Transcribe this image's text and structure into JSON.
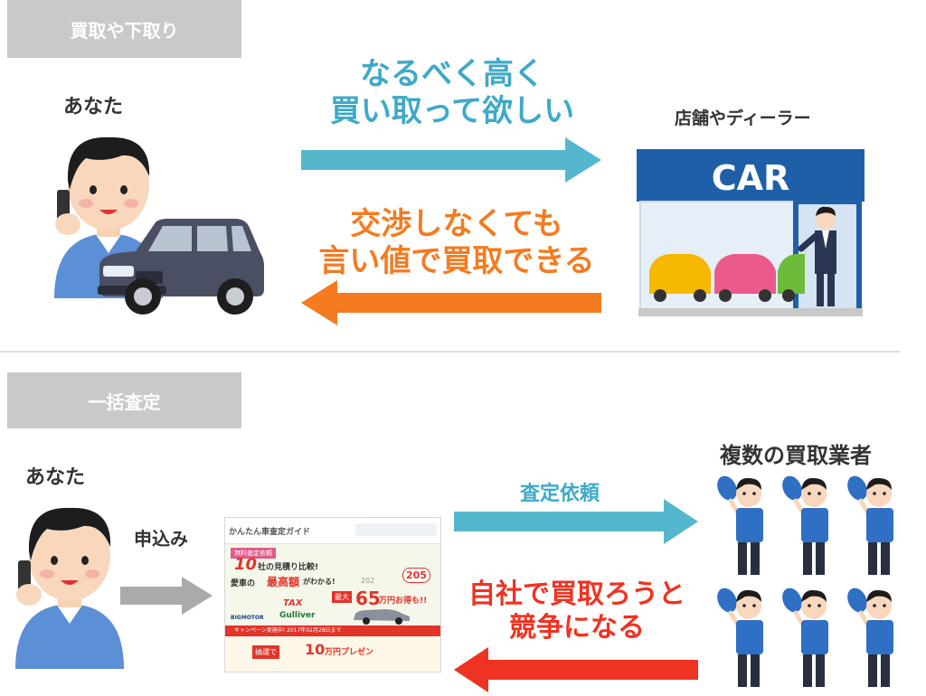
{
  "section1": {
    "tag": "買取や下取り",
    "you_label": "あなた",
    "dealer_label": "店舗やディーラー",
    "sign_text": "CAR",
    "message_top_line1": "なるべく高く",
    "message_top_line2": "買い取って欲しい",
    "message_bottom_line1": "交渉しなくても",
    "message_bottom_line2": "言い値で買取できる"
  },
  "section2": {
    "tag": "一括査定",
    "you_label": "あなた",
    "apply_label": "申込み",
    "request_label": "査定依頼",
    "buyers_label": "複数の買取業者",
    "message_line1": "自社で買取ろうと",
    "message_line2": "競争になる"
  },
  "website": {
    "site_name": "かんたん車査定ガイド",
    "free_tag": "無料査定依頼",
    "count": "10",
    "line1_pre": "社の見積り比較!",
    "line2_pre": "愛車の",
    "line2_highlight": "最高額",
    "line2_post": "がわかる!",
    "max_tag": "最大",
    "price_big": "65",
    "price_suffix": "万円お得も!!",
    "badge_num": "205",
    "badge_small": "202",
    "logo1": "TAX",
    "logo2": "Gulliver",
    "logo3": "BIGMOTOR",
    "campaign_text": "キャンペーン実施中! 2017年02月28日まで",
    "lottery_tag": "抽選で",
    "lottery_amount": "10",
    "lottery_suffix": "万円プレゼン"
  },
  "colors": {
    "tag_bg": "#c9c9c9",
    "blue_text": "#3fa9c9",
    "blue_arrow": "#55b7cd",
    "orange": "#f47b20",
    "red": "#ee3322",
    "gray_arrow": "#aaaaaa",
    "store_blue": "#1f5fa8"
  }
}
